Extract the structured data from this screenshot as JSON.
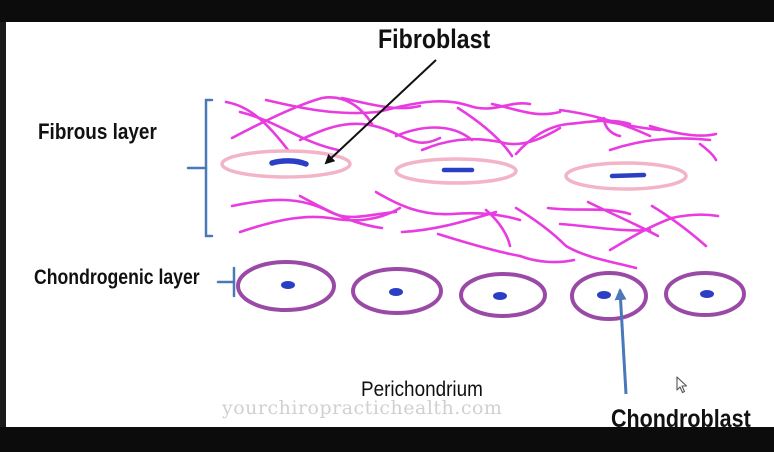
{
  "labels": {
    "fibroblast": "Fibroblast",
    "fibrous_layer": "Fibrous layer",
    "chondrogenic_layer": "Chondrogenic layer",
    "perichondrium": "Perichondrium",
    "chondroblast": "Chondroblast"
  },
  "watermark": "yourchiropractichealth.com",
  "colors": {
    "fibers": "#e83ce0",
    "fibroblast_cell_outline": "#f2b4c6",
    "chondroblast_cell_outline": "#9a4aa6",
    "nucleus": "#2a3fc4",
    "bracket": "#4a78b8",
    "chondroblast_arrow": "#4a78b8",
    "fibroblast_arrow": "#111111",
    "frame": "#0c0c0c"
  },
  "icons": {
    "fibroblast_arrow": "arrow-icon",
    "chondroblast_arrow": "arrow-icon",
    "cursor": "mouse-pointer-icon"
  }
}
